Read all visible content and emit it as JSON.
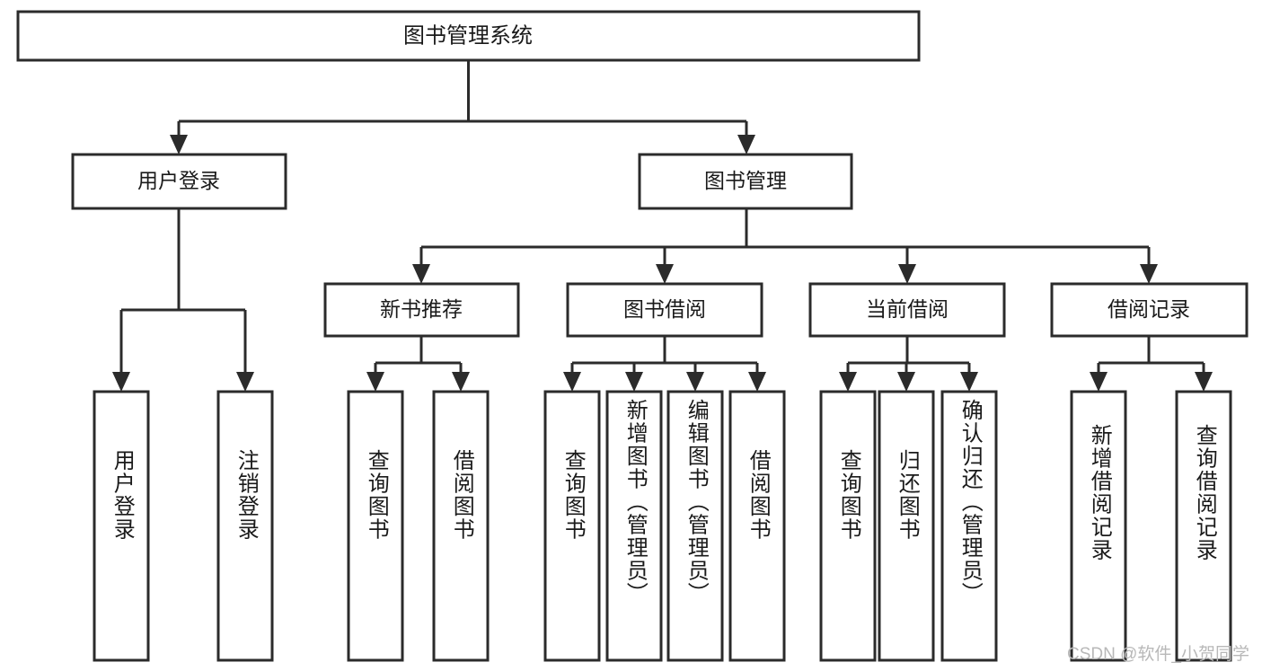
{
  "diagram": {
    "type": "hierarchy-tree",
    "title": "图书管理系统",
    "root": {
      "label": "图书管理系统"
    },
    "level2": [
      {
        "id": "user-login",
        "label": "用户登录"
      },
      {
        "id": "book-management",
        "label": "图书管理"
      }
    ],
    "level3": [
      {
        "id": "new-book-recommend",
        "label": "新书推荐",
        "parent": "book-management"
      },
      {
        "id": "book-borrow",
        "label": "图书借阅",
        "parent": "book-management"
      },
      {
        "id": "current-borrow",
        "label": "当前借阅",
        "parent": "book-management"
      },
      {
        "id": "borrow-record",
        "label": "借阅记录",
        "parent": "book-management"
      }
    ],
    "leaves": [
      {
        "id": "leaf-user-login",
        "label": "用户登录",
        "parent": "user-login"
      },
      {
        "id": "leaf-logout",
        "label": "注销登录",
        "parent": "user-login"
      },
      {
        "id": "leaf-query-book-1",
        "label": "查询图书",
        "parent": "new-book-recommend"
      },
      {
        "id": "leaf-borrow-book-1",
        "label": "借阅图书",
        "parent": "new-book-recommend"
      },
      {
        "id": "leaf-query-book-2",
        "label": "查询图书",
        "parent": "book-borrow"
      },
      {
        "id": "leaf-add-book",
        "label": "新增图书（管理员）",
        "parent": "book-borrow"
      },
      {
        "id": "leaf-edit-book",
        "label": "编辑图书（管理员）",
        "parent": "book-borrow"
      },
      {
        "id": "leaf-borrow-book-2",
        "label": "借阅图书",
        "parent": "book-borrow"
      },
      {
        "id": "leaf-query-book-3",
        "label": "查询图书",
        "parent": "current-borrow"
      },
      {
        "id": "leaf-return-book",
        "label": "归还图书",
        "parent": "current-borrow"
      },
      {
        "id": "leaf-confirm-return",
        "label": "确认归还（管理员）",
        "parent": "current-borrow"
      },
      {
        "id": "leaf-add-record",
        "label": "新增借阅记录",
        "parent": "borrow-record"
      },
      {
        "id": "leaf-query-record",
        "label": "查询借阅记录",
        "parent": "borrow-record"
      }
    ],
    "colors": {
      "stroke": "#2b2b2b",
      "fill": "#ffffff",
      "text": "#1a1a1a",
      "watermark": "#b8b8b8",
      "background": "#ffffff"
    }
  },
  "watermark": {
    "text": "CSDN @软件_小贺同学"
  }
}
